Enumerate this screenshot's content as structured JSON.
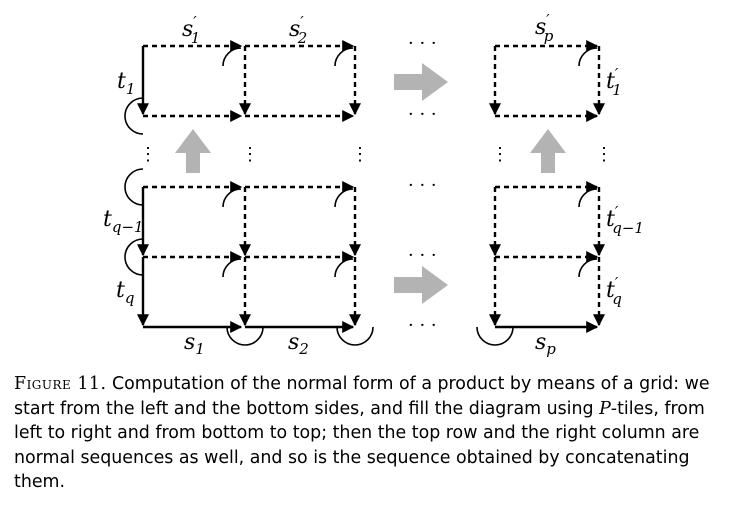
{
  "labels": {
    "s1p_base": "s",
    "s1p_sub": "1",
    "s1p_prime": "′",
    "s2p_base": "s",
    "s2p_sub": "2",
    "s2p_prime": "′",
    "spp_base": "s",
    "spp_sub": "p",
    "spp_prime": "′",
    "t1_base": "t",
    "t1_sub": "1",
    "tq1_base": "t",
    "tq1_sub": "q−1",
    "tq_base": "t",
    "tq_sub": "q",
    "t1p_base": "t",
    "t1p_sub": "1",
    "t1p_prime": "′",
    "tq1p_base": "t",
    "tq1p_sub": "q−1",
    "tq1p_prime": "′",
    "tqp_base": "t",
    "tqp_sub": "q",
    "tqp_prime": "′",
    "s1_base": "s",
    "s1_sub": "1",
    "s2_base": "s",
    "s2_sub": "2",
    "sp_base": "s",
    "sp_sub": "p",
    "hdots": "· · ·",
    "vdots": "⋮"
  },
  "caption": {
    "figure_label": "Figure 11.",
    "part1": " Computation of the normal form of a product by means of a grid: we start from the left and the bottom sides, and fill the diagram using ",
    "math_p": "P",
    "part2": "-tiles, from left to right and from bottom to top; then the top row and the right column are normal sequences as well, and so is the sequence obtained by concatenating them."
  },
  "colors": {
    "ink": "#000000",
    "arrow_gray": "#b3b3b3"
  }
}
